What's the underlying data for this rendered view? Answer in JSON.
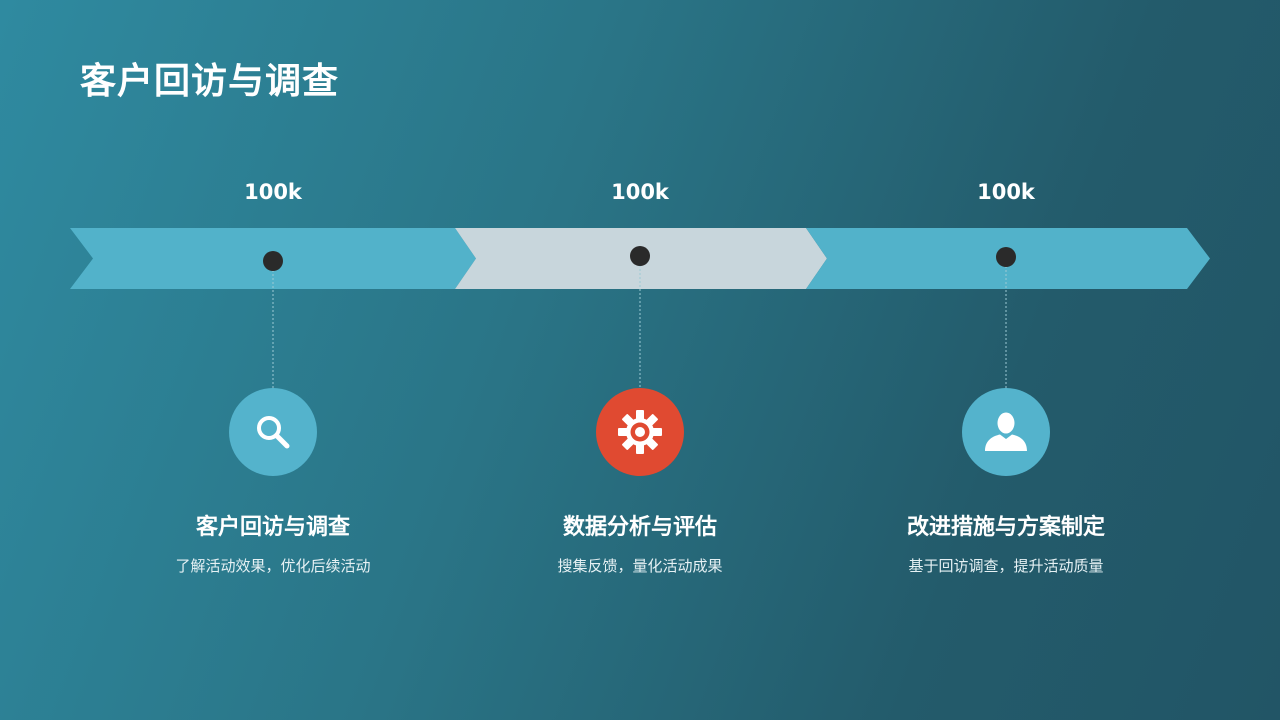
{
  "title": "客户回访与调查",
  "colors": {
    "chevron_blue": "#52b2ca",
    "chevron_gray": "#c8d6dc",
    "dot": "#2a2a2a",
    "icon_blue": "#54b3cc",
    "icon_red": "#e04a31"
  },
  "steps": [
    {
      "value": "100k",
      "icon": "magnifier-icon",
      "heading": "客户回访与调查",
      "description": "了解活动效果，优化后续活动"
    },
    {
      "value": "100k",
      "icon": "gear-icon",
      "heading": "数据分析与评估",
      "description": "搜集反馈，量化活动成果"
    },
    {
      "value": "100k",
      "icon": "user-icon",
      "heading": "改进措施与方案制定",
      "description": "基于回访调查，提升活动质量"
    }
  ]
}
